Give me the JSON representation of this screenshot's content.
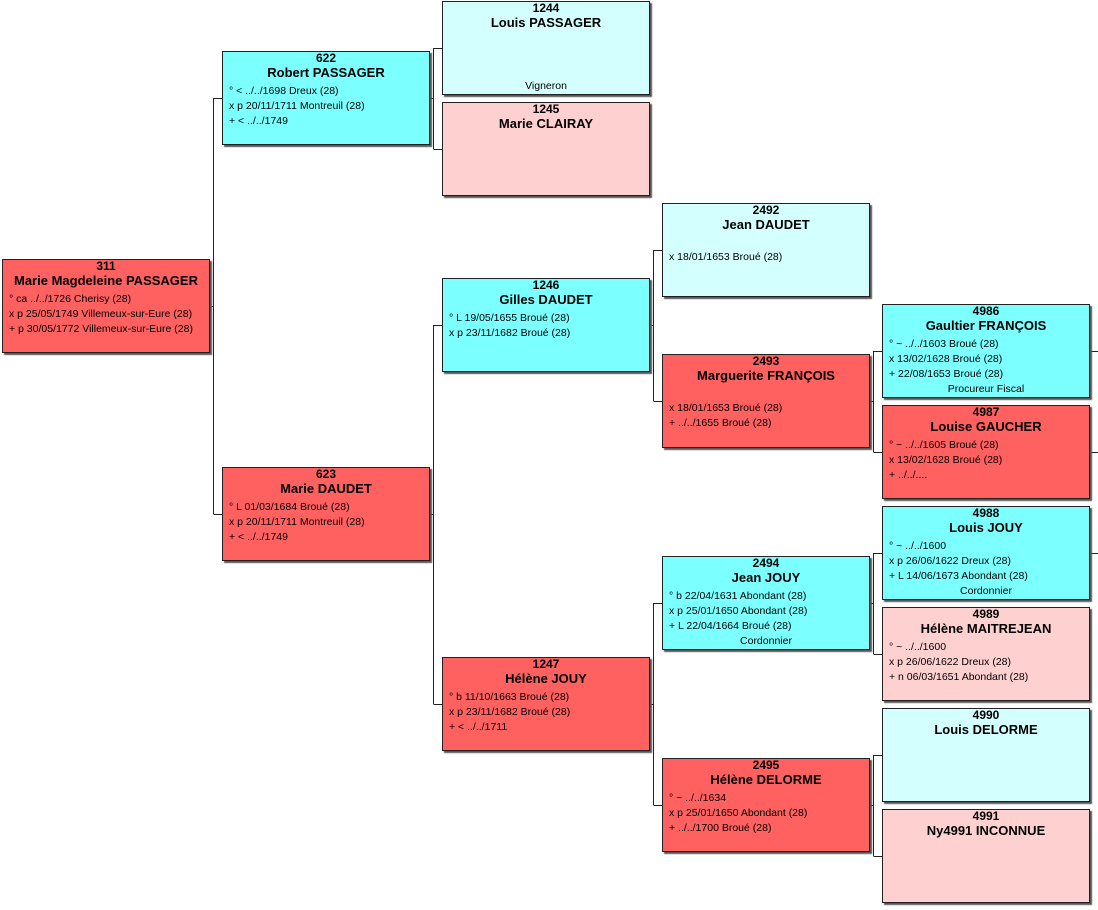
{
  "persons": {
    "p311": {
      "sosa": "311",
      "name": "Marie Magdeleine PASSAGER",
      "events": [
        "° ca ../../1726 Cherisy (28)",
        "x p 25/05/1749 Villemeux-sur-Eure (28)",
        "+ p 30/05/1772 Villemeux-sur-Eure (28)"
      ]
    },
    "p622": {
      "sosa": "622",
      "name": "Robert PASSAGER",
      "events": [
        "° < ../../1698 Dreux (28)",
        "x p 20/11/1711 Montreuil (28)",
        "+ < ../../1749"
      ]
    },
    "p623": {
      "sosa": "623",
      "name": "Marie DAUDET",
      "events": [
        "° L 01/03/1684 Broué (28)",
        "x p 20/11/1711 Montreuil (28)",
        "+ < ../../1749"
      ]
    },
    "p1244": {
      "sosa": "1244",
      "name": "Louis PASSAGER",
      "occupation": "Vigneron"
    },
    "p1245": {
      "sosa": "1245",
      "name": "Marie CLAIRAY"
    },
    "p1246": {
      "sosa": "1246",
      "name": "Gilles DAUDET",
      "events": [
        "° L 19/05/1655 Broué (28)",
        "x p 23/11/1682 Broué (28)"
      ]
    },
    "p1247": {
      "sosa": "1247",
      "name": "Hélène JOUY",
      "events": [
        "° b 11/10/1663 Broué (28)",
        "x p 23/11/1682 Broué (28)",
        "+ < ../../1711"
      ]
    },
    "p2492": {
      "sosa": "2492",
      "name": "Jean DAUDET",
      "events": [
        "x 18/01/1653 Broué (28)"
      ]
    },
    "p2493": {
      "sosa": "2493",
      "name": "Marguerite FRANÇOIS",
      "events": [
        "x 18/01/1653 Broué (28)",
        "+ ../../1655 Broué (28)"
      ]
    },
    "p2494": {
      "sosa": "2494",
      "name": "Jean JOUY",
      "events": [
        "° b 22/04/1631 Abondant (28)",
        "x p 25/01/1650 Abondant (28)",
        "+ L 22/04/1664 Broué (28)"
      ],
      "occupation": "Cordonnier"
    },
    "p2495": {
      "sosa": "2495",
      "name": "Hélène DELORME",
      "events": [
        "° ~ ../../1634",
        "x p 25/01/1650 Abondant (28)",
        "+ ../../1700 Broué (28)"
      ]
    },
    "p4986": {
      "sosa": "4986",
      "name": "Gaultier FRANÇOIS",
      "events": [
        "° ~ ../../1603 Broué (28)",
        "x 13/02/1628 Broué (28)",
        "+ 22/08/1653 Broué (28)"
      ],
      "occupation": "Procureur Fiscal"
    },
    "p4987": {
      "sosa": "4987",
      "name": "Louise GAUCHER",
      "events": [
        "° ~ ../../1605 Broué (28)",
        "x 13/02/1628 Broué (28)",
        "+ ../../...."
      ]
    },
    "p4988": {
      "sosa": "4988",
      "name": "Louis JOUY",
      "events": [
        "° ~ ../../1600",
        "x p 26/06/1622 Dreux (28)",
        "+ L 14/06/1673 Abondant (28)"
      ],
      "occupation": "Cordonnier"
    },
    "p4989": {
      "sosa": "4989",
      "name": "Hélène MAITREJEAN",
      "events": [
        "° ~ ../../1600",
        "x p 26/06/1622 Dreux (28)",
        "+ n 06/03/1651 Abondant (28)"
      ]
    },
    "p4990": {
      "sosa": "4990",
      "name": "Louis DELORME"
    },
    "p4991": {
      "sosa": "4991",
      "name": "Ny4991 INCONNUE"
    }
  },
  "colors": {
    "male_filled": "#7bffff",
    "male_empty": "#d4ffff",
    "female_filled": "#ff6060",
    "female_empty": "#ffd0d0",
    "connector": "#222222"
  }
}
